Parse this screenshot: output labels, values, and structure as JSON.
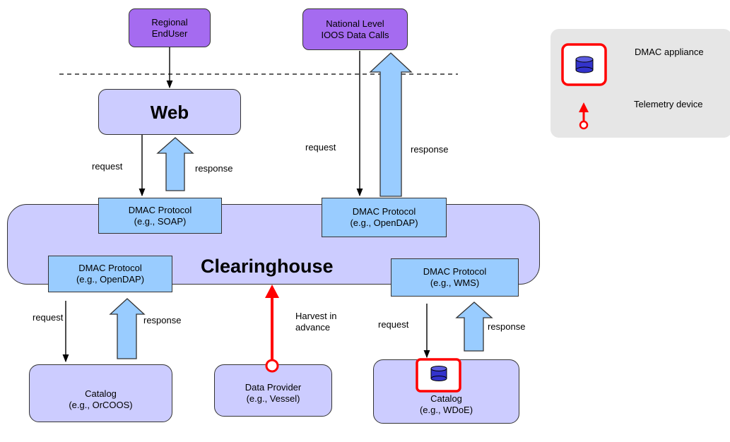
{
  "nodes": {
    "regional_enduser": {
      "line1": "Regional",
      "line2": "EndUser"
    },
    "national_level": {
      "line1": "National Level",
      "line2": "IOOS Data Calls"
    },
    "web": {
      "label": "Web"
    },
    "clearinghouse": {
      "label": "Clearinghouse"
    },
    "protocol_soap": {
      "line1": "DMAC Protocol",
      "line2": "(e.g., SOAP)"
    },
    "protocol_opendap_top": {
      "line1": "DMAC Protocol",
      "line2": "(e.g., OpenDAP)"
    },
    "protocol_opendap_left": {
      "line1": "DMAC Protocol",
      "line2": "(e.g., OpenDAP)"
    },
    "protocol_wms": {
      "line1": "DMAC Protocol",
      "line2": "(e.g., WMS)"
    },
    "catalog_orcoos": {
      "line1": "Catalog",
      "line2": "(e.g., OrCOOS)"
    },
    "data_provider": {
      "line1": "Data Provider",
      "line2": "(e.g., Vessel)"
    },
    "catalog_wdoe": {
      "line1": "Catalog",
      "line2": "(e.g., WDoE)"
    }
  },
  "labels": {
    "web_request": "request",
    "web_response": "response",
    "national_request": "request",
    "national_response": "response",
    "left_request": "request",
    "left_response": "response",
    "harvest_line1": "Harvest in",
    "harvest_line2": "advance",
    "right_request": "request",
    "right_response": "response"
  },
  "legend": {
    "appliance": "DMAC appliance",
    "telemetry": "Telemetry device"
  },
  "colors": {
    "purple_box": "#a56bf0",
    "lavender_box": "#ccccff",
    "protocol_box": "#99ccff",
    "big_arrow": "#99ccff",
    "telemetry_red": "#ff0000",
    "cylinder": "#3333cc",
    "legend_bg": "#e6e6e6"
  }
}
